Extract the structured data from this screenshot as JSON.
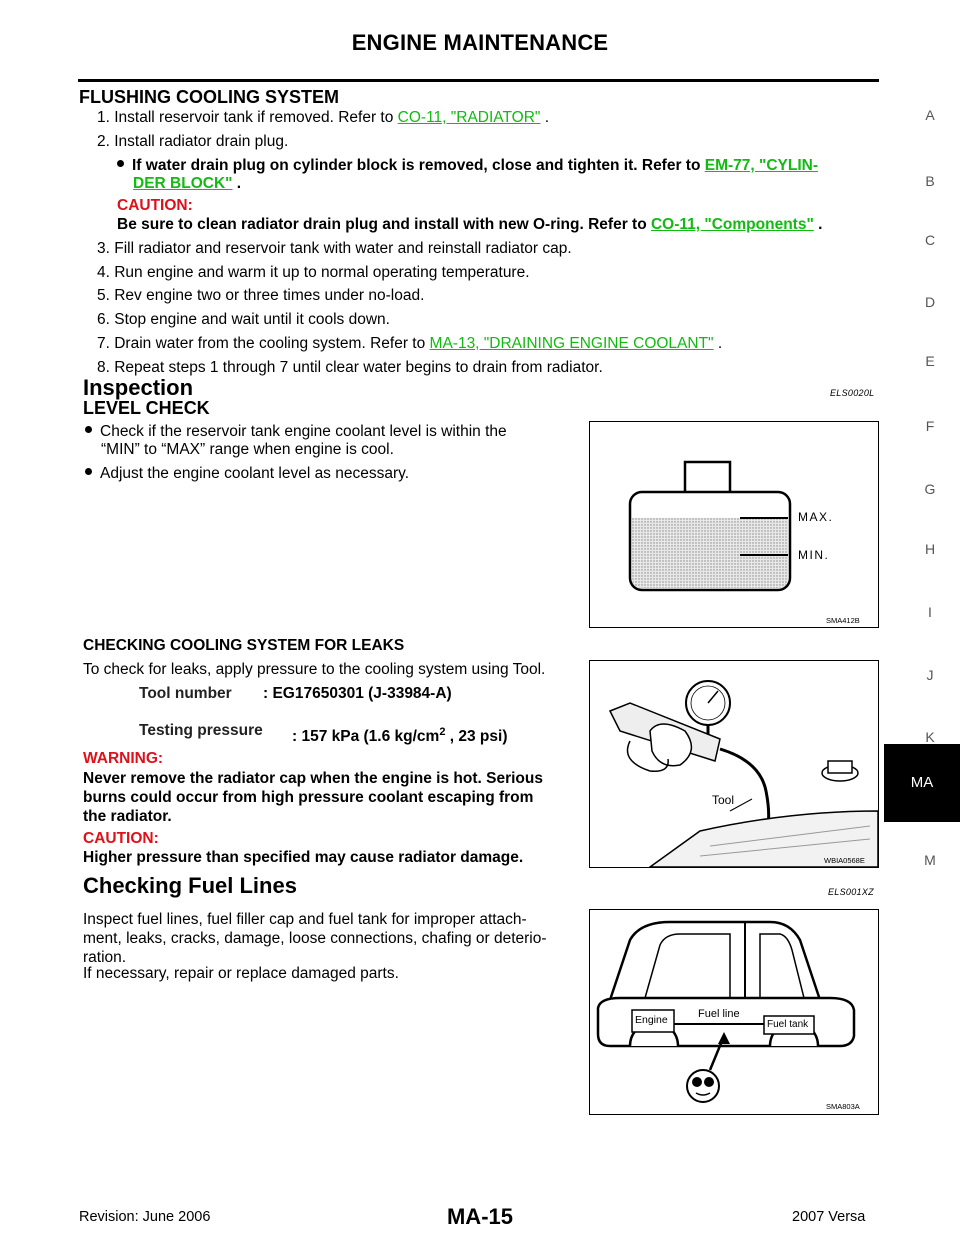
{
  "header": {
    "title": "ENGINE MAINTENANCE"
  },
  "flushing": {
    "heading": "FLUSHING COOLING SYSTEM",
    "step1_text": "1.  Install reservoir tank if removed. Refer to ",
    "step1_link": "CO-11, \"RADIATOR\"",
    "step1_end": " .",
    "step2_text": "2.  Install radiator drain plug.",
    "bullet_text": "If water drain plug on cylinder block is removed, close and tighten it. Refer to ",
    "bullet_link1": "EM-77, \"CYLIN-",
    "bullet_link2": "DER BLOCK\"",
    "bullet_end": " .",
    "caution_label": "CAUTION:",
    "caution_text": "Be sure to clean radiator drain plug and install with new O-ring. Refer to ",
    "caution_link": "CO-11, \"Components\"",
    "caution_end": " .",
    "step3": "3.  Fill radiator and reservoir tank with water and reinstall radiator cap.",
    "step4": "4.  Run engine and warm it up to normal operating temperature.",
    "step5": "5.  Rev engine two or three times under no-load.",
    "step6": "6.  Stop engine and wait until it cools down.",
    "step7_text": "7.  Drain water from the cooling system. Refer to ",
    "step7_link": "MA-13, \"DRAINING ENGINE COOLANT\"",
    "step7_end": " .",
    "step8": "8.  Repeat steps 1 through 7 until clear water begins to drain from radiator."
  },
  "inspection": {
    "heading": "Inspection",
    "ref": "ELS0020L",
    "level_heading": "LEVEL CHECK",
    "bullet1_a": "Check if the reservoir tank engine coolant level is within the",
    "bullet1_b": "“MIN” to “MAX” range when engine is cool.",
    "bullet2": "Adjust the engine coolant level as necessary.",
    "fig1_max": "MAX.",
    "fig1_min": "MIN.",
    "fig1_code": "SMA412B",
    "leaks_heading": "CHECKING COOLING SYSTEM FOR LEAKS",
    "leaks_intro": "To check for leaks, apply pressure to the cooling system using Tool.",
    "tool_label": "Tool number",
    "tool_value": ": EG17650301 (J-33984-A)",
    "pressure_label": "Testing pressure",
    "pressure_value_a": ": 157 kPa (1.6 kg/cm",
    "pressure_sup": "2",
    "pressure_value_b": " , 23 psi)",
    "warning_label": "WARNING:",
    "warning_1": "Never remove the radiator cap when the engine is hot. Serious",
    "warning_2": "burns could occur from high pressure coolant escaping from",
    "warning_3": "the radiator.",
    "caution_label": "CAUTION:",
    "caution_text": "Higher pressure than specified may cause radiator damage.",
    "fig2_tool": "Tool",
    "fig2_code": "WBIA0568E"
  },
  "fuel": {
    "heading": "Checking Fuel Lines",
    "ref": "ELS001XZ",
    "line1": "Inspect fuel lines, fuel filler cap and fuel tank for improper attach-",
    "line2": "ment, leaks, cracks, damage, loose connections, chafing or deterio-",
    "line3": "ration.",
    "line4": "If necessary, repair or replace damaged parts.",
    "fig3_engine": "Engine",
    "fig3_fuelline": "Fuel line",
    "fig3_fueltank": "Fuel tank",
    "fig3_code": "SMA803A"
  },
  "side_index": [
    "A",
    "B",
    "C",
    "D",
    "E",
    "F",
    "G",
    "H",
    "I",
    "J",
    "K",
    "MA",
    "M"
  ],
  "footer": {
    "revision": "Revision: June 2006",
    "page": "MA-15",
    "model": "2007 Versa"
  }
}
